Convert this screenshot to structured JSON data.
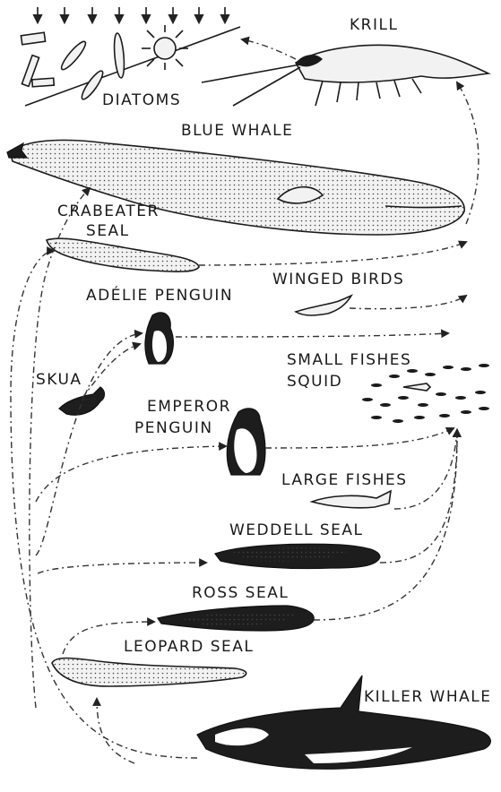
{
  "diagram": {
    "labels": {
      "krill": "KRILL",
      "diatoms": "DIATOMS",
      "blue_whale": "BLUE WHALE",
      "crabeater_seal_1": "CRABEATER",
      "crabeater_seal_2": "SEAL",
      "winged_birds": "WINGED BIRDS",
      "adelie_penguin": "ADÉLIE PENGUIN",
      "skua": "SKUA",
      "small_fishes_1": "SMALL FISHES",
      "small_fishes_2": "SQUID",
      "emperor_penguin_1": "EMPEROR",
      "emperor_penguin_2": "PENGUIN",
      "large_fishes": "LARGE FISHES",
      "weddell_seal": "WEDDELL SEAL",
      "ross_seal": "ROSS SEAL",
      "leopard_seal": "LEOPARD SEAL",
      "killer_whale": "KILLER WHALE"
    }
  }
}
